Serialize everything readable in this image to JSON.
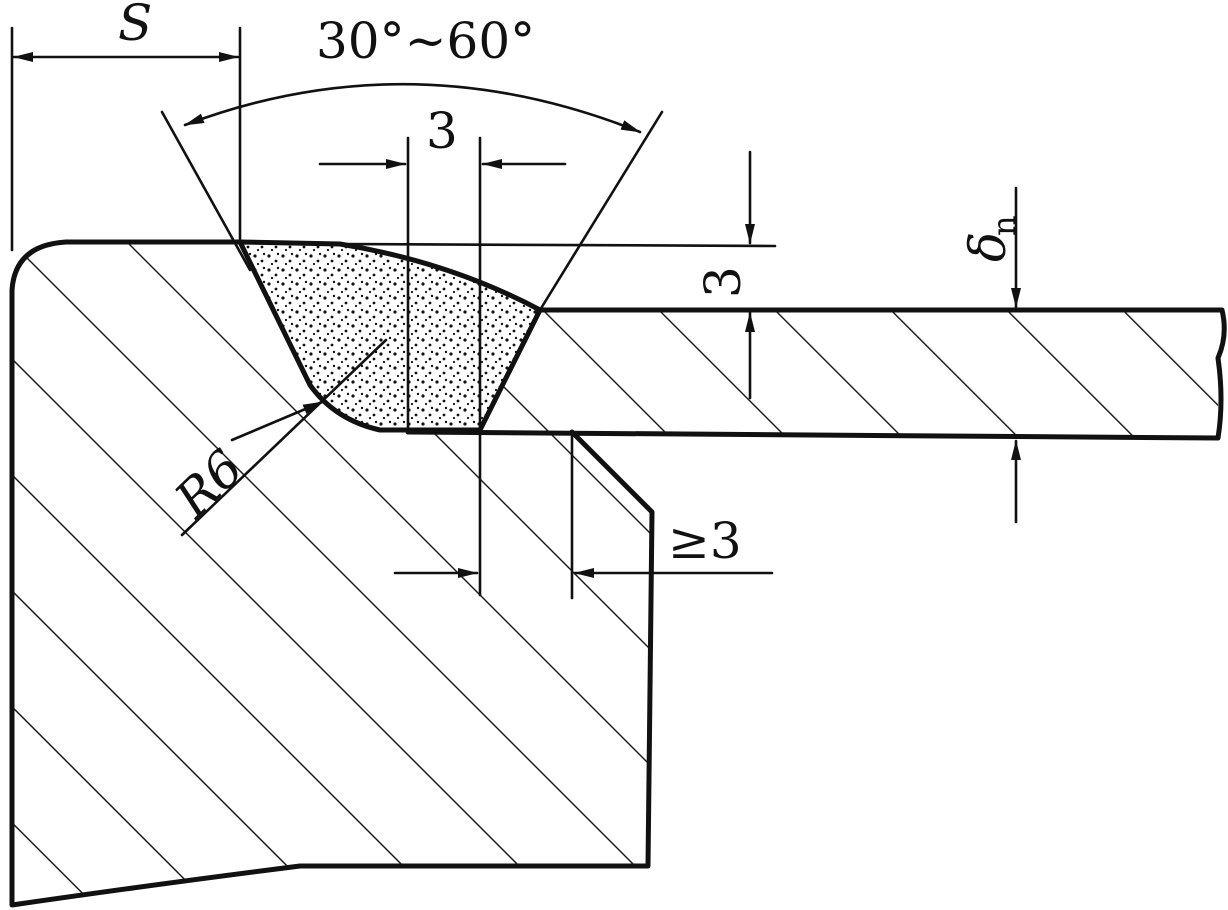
{
  "labels": {
    "s": "S",
    "angle": "30°~60°",
    "top_width": "3",
    "depth": "3",
    "thickness_symbol": "δ",
    "thickness_subscript": "n",
    "radius": "R6",
    "offset": "≥3"
  },
  "colors": {
    "ink": "#111111",
    "paper": "#ffffff"
  }
}
